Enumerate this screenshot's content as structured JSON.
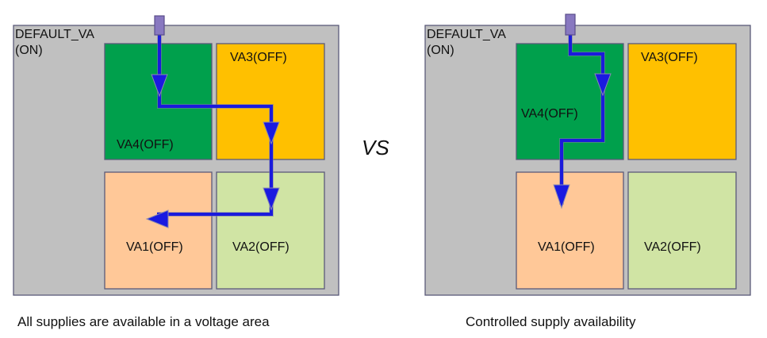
{
  "colors": {
    "default_va": "#c0c0c0",
    "va1": "#ffc898",
    "va2": "#d0e4a4",
    "va3": "#ffc000",
    "va4": "#00a04c",
    "route": "#1a1adc",
    "pin": "#8878c0"
  },
  "vs_label": "VS",
  "left": {
    "default_label_line1": "DEFAULT_VA",
    "default_label_line2": "(ON)",
    "va1": "VA1(OFF)",
    "va2": "VA2(OFF)",
    "va3": "VA3(OFF)",
    "va4": "VA4(OFF)",
    "caption": "All supplies are available in a voltage area"
  },
  "right": {
    "default_label_line1": "DEFAULT_VA",
    "default_label_line2": "(ON)",
    "va1": "VA1(OFF)",
    "va2": "VA2(OFF)",
    "va3": "VA3(OFF)",
    "va4": "VA4(OFF)",
    "caption": "Controlled supply availability"
  }
}
